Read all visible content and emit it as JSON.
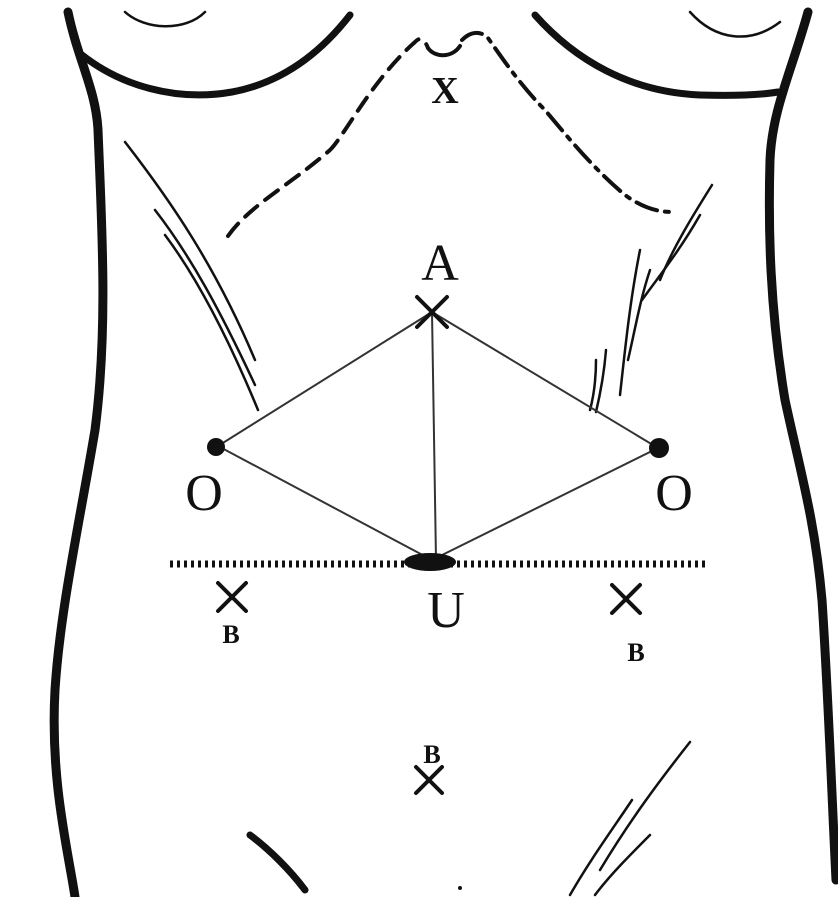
{
  "diagram": {
    "labels": {
      "xiphoid": "X",
      "apex": "A",
      "left_port": "O",
      "right_port": "O",
      "umbilicus": "U",
      "left_lower": "B",
      "right_lower": "B",
      "suprapubic": "B"
    },
    "colors": {
      "ink": "#111111",
      "background": "#ffffff"
    }
  }
}
